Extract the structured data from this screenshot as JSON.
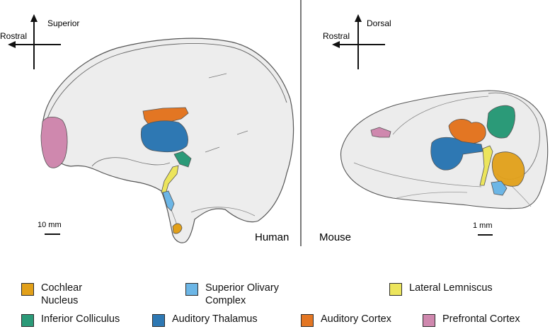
{
  "human": {
    "compass": {
      "vertical": "Superior",
      "horizontal": "Rostral"
    },
    "scale_label": "10 mm",
    "panel_label": "Human"
  },
  "mouse": {
    "compass": {
      "vertical": "Dorsal",
      "horizontal": "Rostral"
    },
    "scale_label": "1 mm",
    "panel_label": "Mouse"
  },
  "legend": [
    {
      "key": "cochlear_nucleus",
      "label": "Cochlear\nNucleus",
      "color": "#e2a019"
    },
    {
      "key": "superior_olivary_complex",
      "label": "Superior Olivary\nComplex",
      "color": "#6cb6e6"
    },
    {
      "key": "lateral_lemniscus",
      "label": "Lateral Lemniscus",
      "color": "#ece55c"
    },
    {
      "key": "inferior_colliculus",
      "label": "Inferior Colliculus",
      "color": "#2b9a78"
    },
    {
      "key": "auditory_thalamus",
      "label": "Auditory Thalamus",
      "color": "#2e78b3"
    },
    {
      "key": "auditory_cortex",
      "label": "Auditory Cortex",
      "color": "#e37623"
    },
    {
      "key": "prefrontal_cortex",
      "label": "Prefrontal Cortex",
      "color": "#cf88ae"
    }
  ]
}
